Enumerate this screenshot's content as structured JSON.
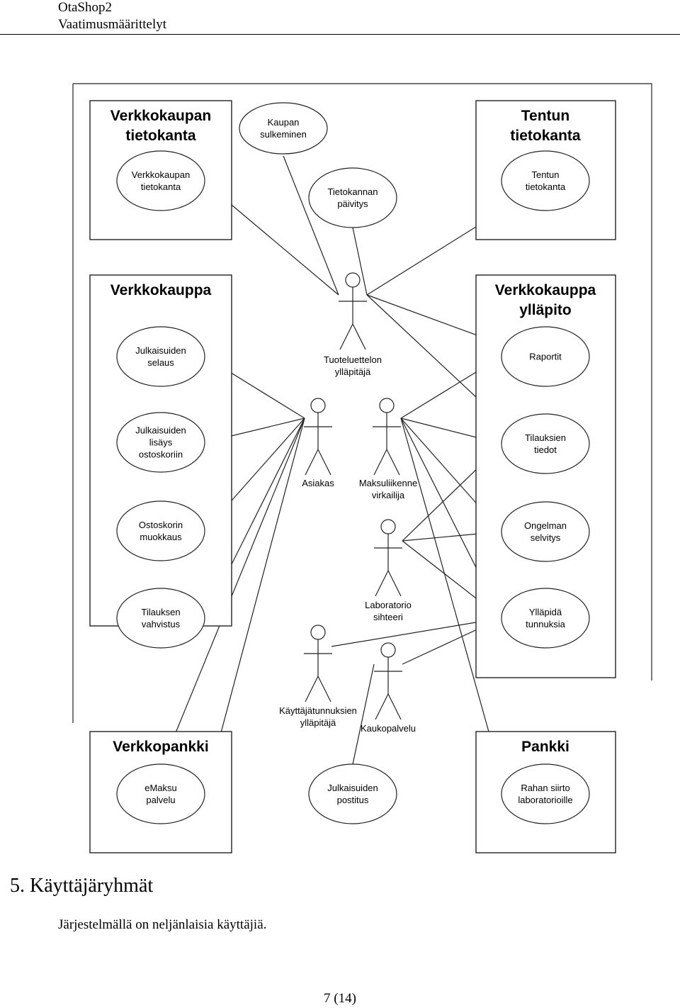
{
  "header": {
    "line1": "OtaShop2",
    "line2": "Vaatimusmäärittelyt"
  },
  "diagram": {
    "boxes": [
      {
        "title": [
          "Verkkokaupan",
          "tietokanta"
        ]
      },
      {
        "title": [
          "Tentun",
          "tietokanta"
        ]
      },
      {
        "title": [
          "Verkkokauppa"
        ]
      },
      {
        "title": [
          "Verkkokauppa",
          "ylläpito"
        ]
      },
      {
        "title": [
          "Verkkopankki"
        ]
      },
      {
        "title": [
          "Pankki"
        ]
      }
    ],
    "use_cases": [
      {
        "id": "kaupan_sulkeminen",
        "label": [
          "Kaupan",
          "sulkeminen"
        ]
      },
      {
        "id": "vk_tietokanta",
        "label": [
          "Verkkokaupan",
          "tietokanta"
        ]
      },
      {
        "id": "tietokannan_paivitys",
        "label": [
          "Tietokannan",
          "päivitys"
        ]
      },
      {
        "id": "tentun_tietokanta",
        "label": [
          "Tentun",
          "tietokanta"
        ]
      },
      {
        "id": "julk_selaus",
        "label": [
          "Julkaisuiden",
          "selaus"
        ]
      },
      {
        "id": "julk_lisays",
        "label": [
          "Julkaisuiden",
          "lisäys",
          "ostoskoriin"
        ]
      },
      {
        "id": "ostoskorin_muokkaus",
        "label": [
          "Ostoskorin",
          "muokkaus"
        ]
      },
      {
        "id": "tilauksen_vahvistus",
        "label": [
          "Tilauksen",
          "vahvistus"
        ]
      },
      {
        "id": "raportit",
        "label": [
          "Raportit"
        ]
      },
      {
        "id": "tilauksien_tiedot",
        "label": [
          "Tilauksien",
          "tiedot"
        ]
      },
      {
        "id": "ongelman_selvitys",
        "label": [
          "Ongelman",
          "selvitys"
        ]
      },
      {
        "id": "yllapida_tunnuksia",
        "label": [
          "Ylläpidä",
          "tunnuksia"
        ]
      },
      {
        "id": "emaksu",
        "label": [
          "eMaksu",
          "palvelu"
        ]
      },
      {
        "id": "julk_postitus",
        "label": [
          "Julkaisuiden",
          "postitus"
        ]
      },
      {
        "id": "rahan_siirto",
        "label": [
          "Rahan siirto",
          "laboratorioille"
        ]
      }
    ],
    "actors": [
      {
        "id": "tuoteluettelon",
        "label": [
          "Tuoteluettelon",
          "ylläpitäjä"
        ]
      },
      {
        "id": "asiakas",
        "label": [
          "Asiakas"
        ]
      },
      {
        "id": "maksuliikenne",
        "label": [
          "Maksuliikenne",
          "virkailija"
        ]
      },
      {
        "id": "laboratorio",
        "label": [
          "Laboratorio",
          "sihteeri"
        ]
      },
      {
        "id": "kayttajatunnus",
        "label": [
          "Käyttäjätunnuksien",
          "ylläpitäjä"
        ]
      },
      {
        "id": "kaukopalvelu",
        "label": [
          "Kaukopalvelu"
        ]
      }
    ]
  },
  "section": {
    "heading": "5. Käyttäjäryhmät",
    "text": "Järjestelmällä on neljänlaisia käyttäjiä."
  },
  "footer": {
    "page": "7 (14)"
  }
}
